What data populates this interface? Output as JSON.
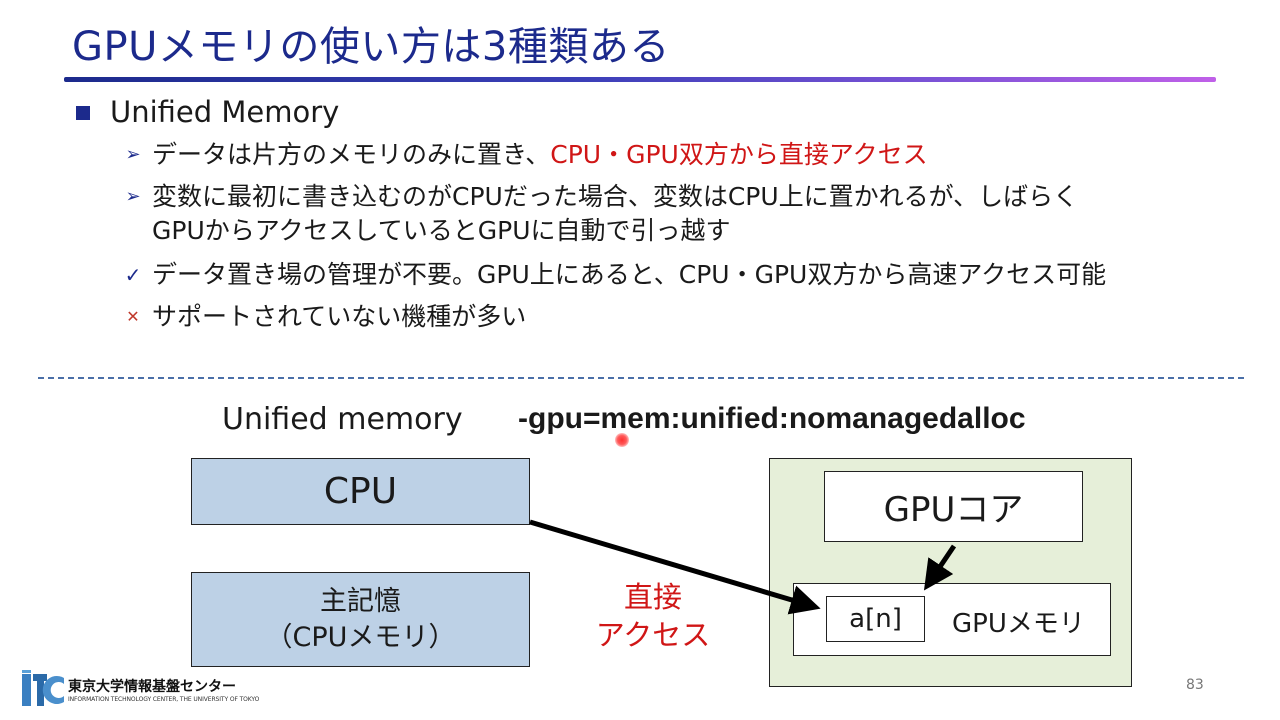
{
  "slide": {
    "title": "GPUメモリの使い方は3種類ある",
    "accent_color": "#1c2a8c",
    "highlight_color": "#d01616"
  },
  "section": {
    "heading": "Unified Memory",
    "points": [
      {
        "mark": "arrow-icon",
        "text_a": "データは片方のメモリのみに置き、",
        "text_b": "CPU・GPU双方から直接アクセス"
      },
      {
        "mark": "arrow-icon",
        "line1": "変数に最初に書き込むのがCPUだった場合、変数はCPU上に置かれるが、しばらく",
        "line2": "GPUからアクセスしているとGPUに自動で引っ越す"
      },
      {
        "mark": "check-icon",
        "text": "データ置き場の管理が不要。GPU上にあると、CPU・GPU双方から高速アクセス可能"
      },
      {
        "mark": "cross-icon",
        "text": "サポートされていない機種が多い"
      }
    ]
  },
  "diagram": {
    "label": "Unified memory",
    "flag": "-gpu=mem:unified:nomanagedalloc",
    "cpu": "CPU",
    "main_memory_line1": "主記憶",
    "main_memory_line2": "（CPUメモリ）",
    "gpu_core": "GPUコア",
    "array_element": "a[n]",
    "gpu_memory": "GPUメモリ",
    "direct_line1": "直接",
    "direct_line2": "アクセス"
  },
  "footer": {
    "logo_text": "iTC",
    "org_name": "東京大学情報基盤センター",
    "org_name_en": "INFORMATION TECHNOLOGY CENTER, THE UNIVERSITY OF TOKYO",
    "page_number": "83"
  }
}
